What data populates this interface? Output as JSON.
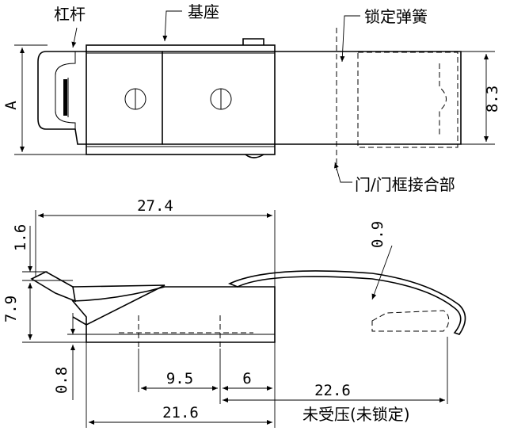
{
  "labels": {
    "lever": "杠杆",
    "base": "基座",
    "lock_spring": "锁定弹簧",
    "door_frame_joint": "门/门框接合部",
    "uncompressed": "未受压(未锁定)"
  },
  "dimensions": {
    "a": "A",
    "width_8_3": "8.3",
    "length_27_4": "27.4",
    "height_1_6": "1.6",
    "thickness_0_9": "0.9",
    "height_7_9": "7.9",
    "height_0_8": "0.8",
    "gap_9_5": "9.5",
    "gap_6": "6",
    "reach_22_6": "22.6",
    "base_21_6": "21.6"
  },
  "colors": {
    "line": "#000000",
    "background": "#ffffff"
  }
}
